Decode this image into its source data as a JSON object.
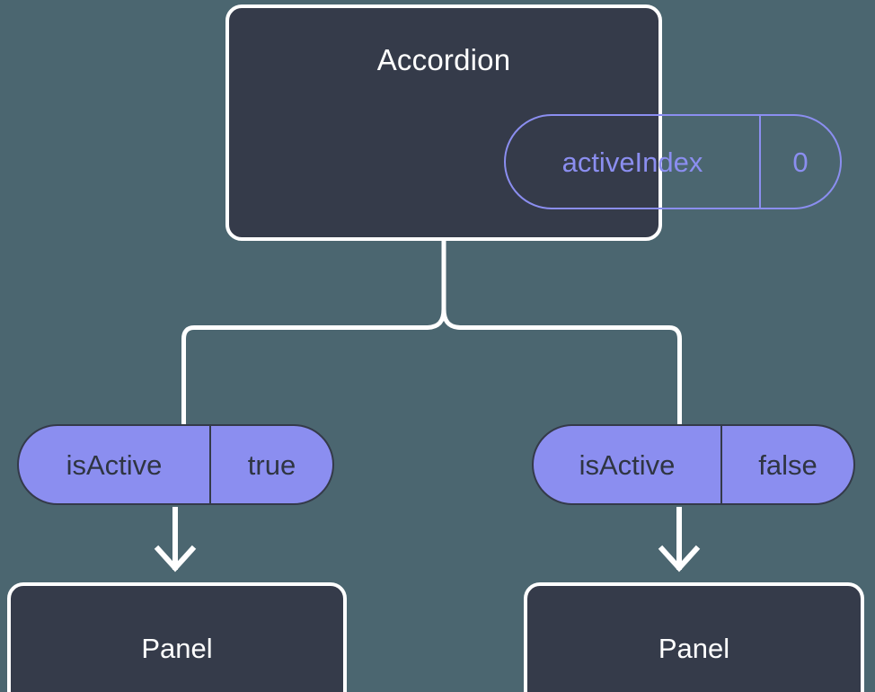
{
  "diagram": {
    "title_node": {
      "name": "Accordion",
      "state_pill": {
        "key": "activeIndex",
        "value": "0"
      }
    },
    "branches": [
      {
        "prop_pill": {
          "key": "isActive",
          "value": "true"
        },
        "child": {
          "name": "Panel"
        }
      },
      {
        "prop_pill": {
          "key": "isActive",
          "value": "false"
        },
        "child": {
          "name": "Panel"
        }
      }
    ],
    "colors": {
      "background": "#4b6670",
      "node_fill": "#353b4a",
      "node_border": "#ffffff",
      "accent": "#8b8ef0",
      "pill_text_dark": "#2f3542",
      "node_text": "#ffffff"
    }
  }
}
